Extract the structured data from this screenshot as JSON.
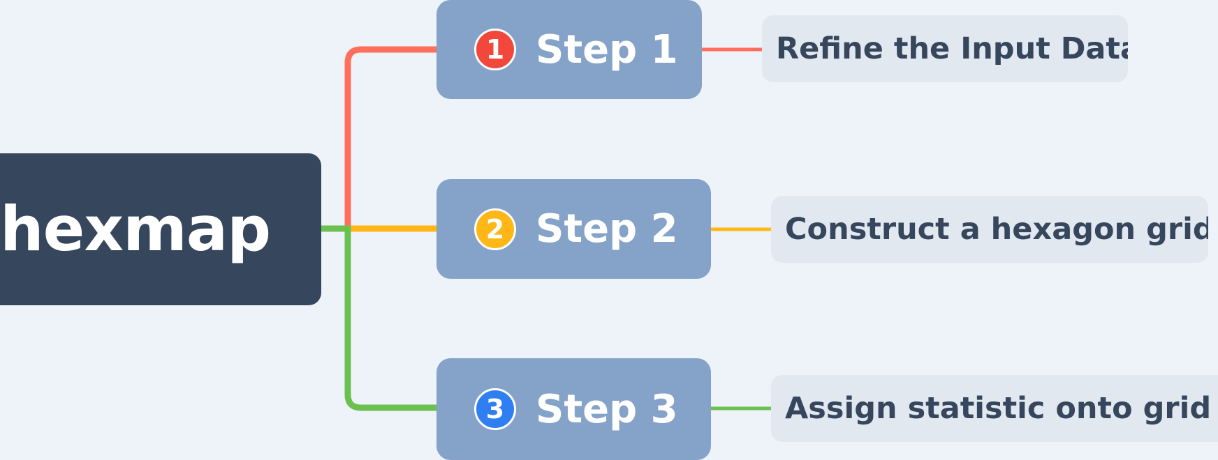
{
  "root": {
    "label": "hexmap"
  },
  "steps": [
    {
      "number": "1",
      "label": "Step 1",
      "description": "Refine the Input Data",
      "color": "#ff6f5c",
      "badge_color": "#f2473b"
    },
    {
      "number": "2",
      "label": "Step 2",
      "description": "Construct a hexagon grid",
      "color": "#ffb718",
      "badge_color": "#ffb718"
    },
    {
      "number": "3",
      "label": "Step 3",
      "description": "Assign statistic onto grid",
      "color": "#6cc050",
      "badge_color": "#2f7ff2"
    }
  ]
}
